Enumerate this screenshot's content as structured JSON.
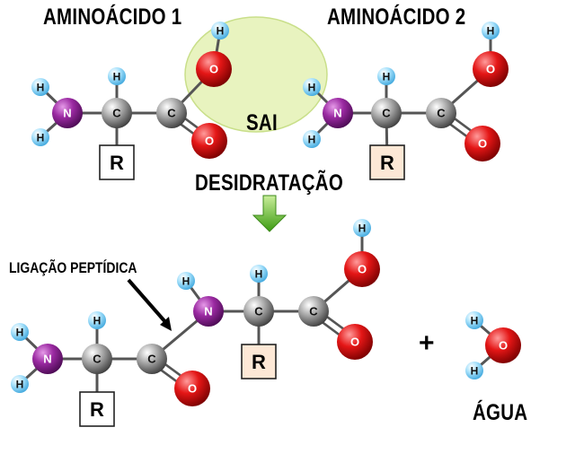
{
  "labels": {
    "aa1": "AMINOÁCIDO 1",
    "aa2": "AMINOÁCIDO 2",
    "sai": "SAI",
    "desidratacao": "DESIDRATAÇÃO",
    "ligacao": "LIGAÇÃO PEPTÍDICA",
    "plus": "+",
    "agua": "ÁGUA"
  },
  "atom_letters": {
    "H": "H",
    "N": "N",
    "C": "C",
    "O": "O",
    "R": "R"
  },
  "colors": {
    "hydrogen": "#8fd3f4",
    "nitrogen": "#8e1f93",
    "carbon": "#9a9a9a",
    "oxygen": "#e01010",
    "bond": "#555555",
    "highlight_fill": "#e8f3bf",
    "highlight_stroke": "#c9df8a",
    "arrow": "#5dbb2c",
    "r1_fill": "#ffffff",
    "r2_fill": "#fde8d6"
  }
}
